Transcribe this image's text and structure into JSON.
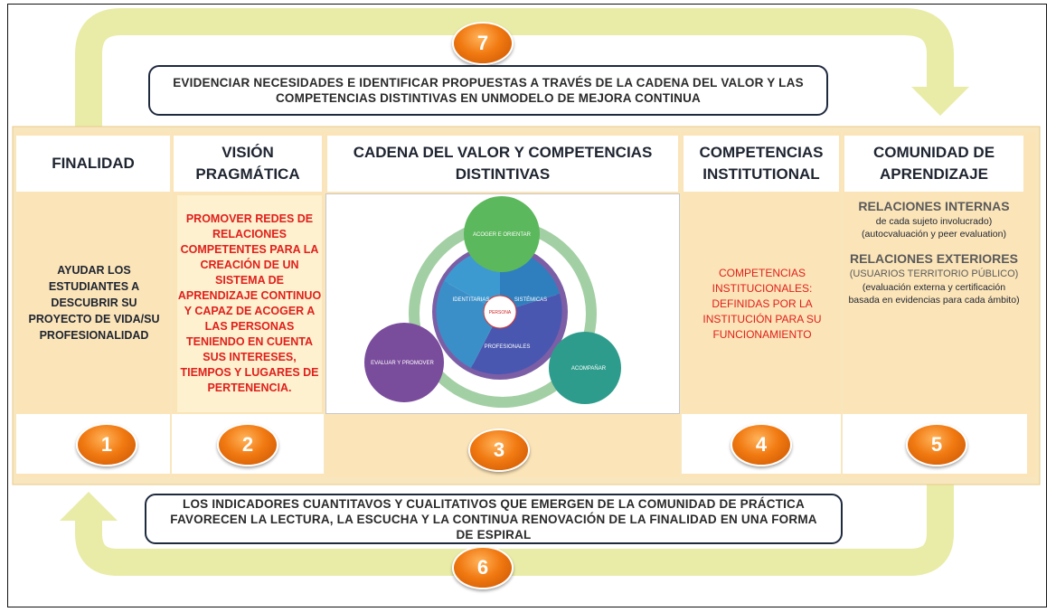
{
  "top_banner": "EVIDENCIAR NECESIDADES E IDENTIFICAR PROPUESTAS A TRAVÉS DE LA CADENA DEL VALOR Y LAS COMPETENCIAS DISTINTIVAS EN UNMODELO DE MEJORA CONTINUA",
  "bottom_banner": "LOS INDICADORES CUANTITAVOS Y CUALITATIVOS QUE EMERGEN DE LA COMUNIDAD DE PRÁCTICA FAVORECEN LA LECTURA, LA ESCUCHA Y LA CONTINUA RENOVACIÓN DE LA FINALIDAD EN UNA FORMA DE ESPIRAL",
  "arrow_numbers": {
    "top": "7",
    "bottom": "6"
  },
  "columns": [
    {
      "header": "FINALIDAD",
      "body": "AYUDAR LOS ESTUDIANTES A DESCUBRIR SU PROYECTO DE VIDA/SU PROFESIONALIDAD",
      "number": "1"
    },
    {
      "header": "VISIÓN PRAGMÁTICA",
      "body": "PROMOVER REDES DE RELACIONES COMPETENTES PARA LA CREACIÓN DE UN SISTEMA DE APRENDIZAJE CONTINUO Y CAPAZ DE ACOGER A LAS PERSONAS TENIENDO EN CUENTA SUS INTERESES, TIEMPOS Y LUGARES DE PERTENENCIA.",
      "number": "2"
    },
    {
      "header": "CADENA DEL VALOR Y COMPETENCIAS DISTINTIVAS",
      "number": "3"
    },
    {
      "header": "COMPETENCIAS INSTITUTIONAL",
      "body": "COMPETENCIAS INSTITUCIONALES: DEFINIDAS POR LA INSTITUCIÓN PARA SU FUNCIONAMIENTO",
      "number": "4"
    },
    {
      "header": "COMUNIDAD DE APRENDIZAJE",
      "number": "5"
    }
  ],
  "community": {
    "internal_title": "RELACIONES INTERNAS",
    "internal_text": "de cada sujeto involucrado) (autocvaluación y peer evaluation)",
    "external_title": "RELACIONES EXTERIORES",
    "external_list": "(USUARIOS TERRITORIO PÚBLICO)",
    "external_text": "(evaluación externa y certificación basada en evidencias para cada ámbito)"
  },
  "cycle": {
    "nodes": [
      "ACOGER E ORIENTAR",
      "EVALUAR Y PROMOVER",
      "ACOMPAÑAR"
    ],
    "inner": [
      "IDENTITARIAS",
      "SISTÉMICAS",
      "PROFESIONALES"
    ],
    "center": "PERSONA"
  },
  "colors": {
    "arrow": "#e9eca7",
    "column_fill": "#fbe4b8",
    "circle_orange": "#f17a12",
    "red_text": "#e0201c"
  }
}
